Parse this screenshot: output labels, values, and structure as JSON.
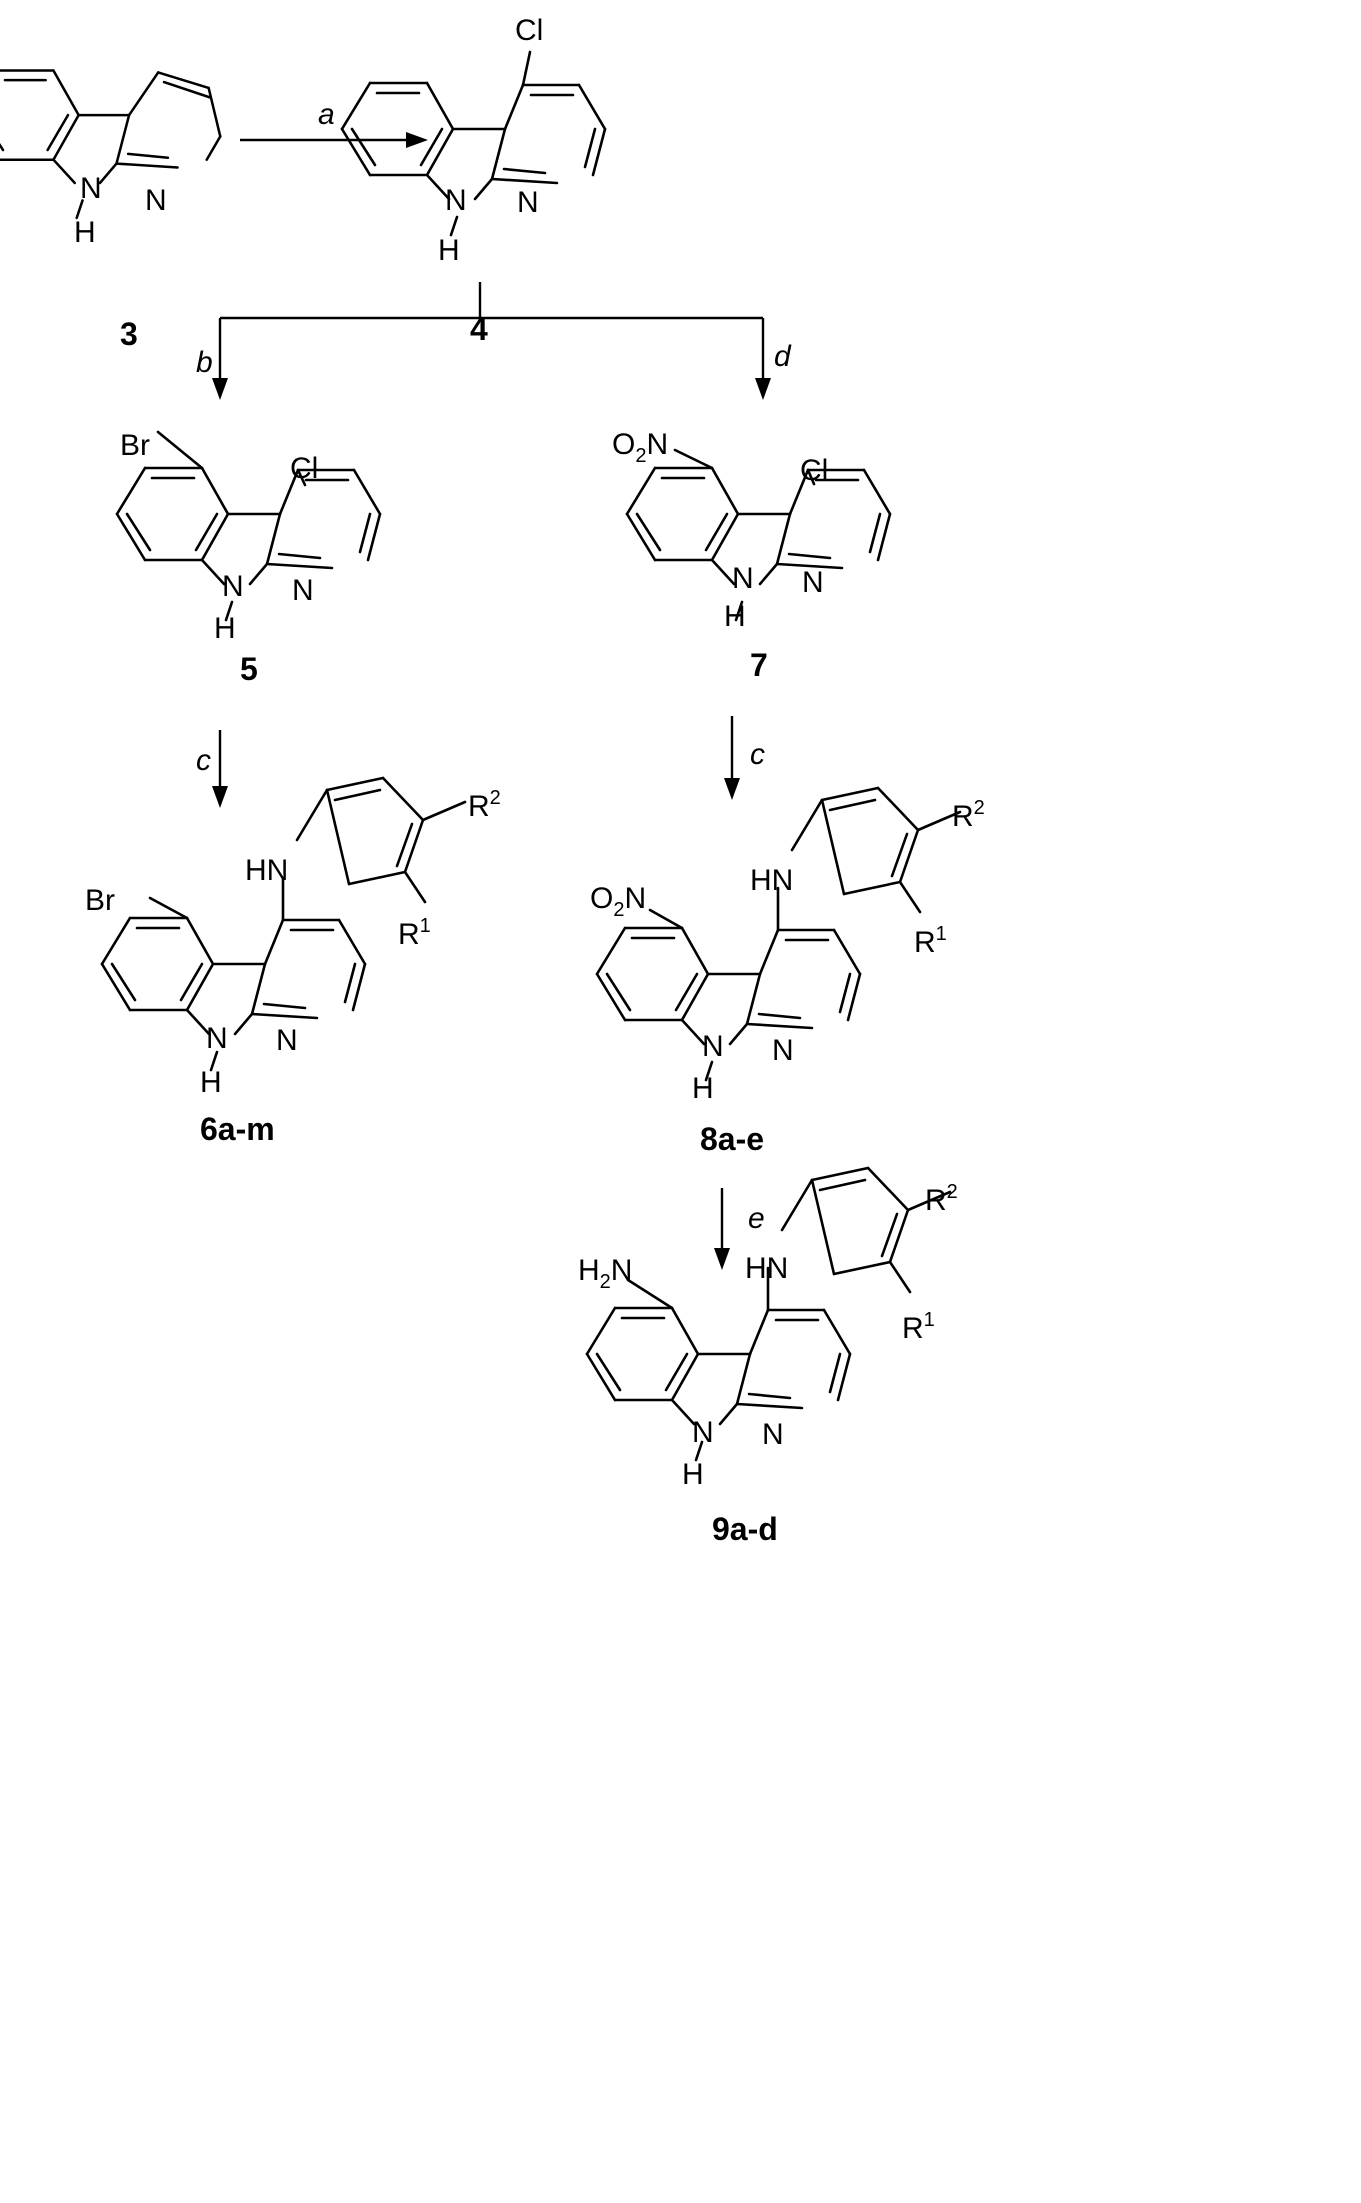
{
  "atoms": {
    "N": "N",
    "H": "H",
    "Cl": "Cl",
    "Br": "Br",
    "O": "O",
    "R": "R",
    "sub2": "2",
    "sup1": "1",
    "sup2": "2"
  },
  "compounds": {
    "c3": "3",
    "c4": "4",
    "c5": "5",
    "c7": "7",
    "c6": "6a-m",
    "c8": "8a-e",
    "c9": "9a-d"
  },
  "reagents": {
    "a": "a",
    "b": "b",
    "c1": "c",
    "c2": "c",
    "d": "d",
    "e": "e"
  }
}
